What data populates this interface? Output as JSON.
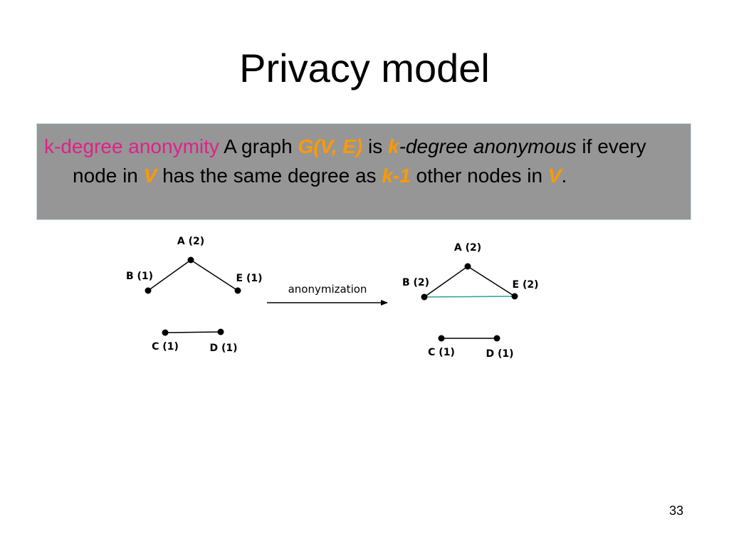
{
  "slide": {
    "title": "Privacy model",
    "page_number": "33"
  },
  "definition": {
    "term": "k-degree anonymity",
    "t1": " A graph ",
    "graph": "G(V, E)",
    "t2": " is ",
    "k": "k",
    "t3": "-degree anonymous",
    "t4": " if every node in ",
    "v1": "V",
    "t5": " has the same degree as ",
    "k1": "k-1",
    "t6": " other nodes in ",
    "v2": "V",
    "t7": "."
  },
  "colors": {
    "term": "#e0218a",
    "highlight": "#ff9900",
    "box_background": "#969696",
    "added_edge": "#2aa198"
  },
  "diagram": {
    "arrow_label": "anonymization",
    "original_graph": {
      "nodes": [
        {
          "id": "A",
          "label": "A (2)"
        },
        {
          "id": "B",
          "label": "B (1)"
        },
        {
          "id": "E",
          "label": "E (1)"
        },
        {
          "id": "C",
          "label": "C (1)"
        },
        {
          "id": "D",
          "label": "D (1)"
        }
      ],
      "edges": [
        [
          "A",
          "B"
        ],
        [
          "A",
          "E"
        ],
        [
          "C",
          "D"
        ]
      ]
    },
    "anonymized_graph": {
      "nodes": [
        {
          "id": "A",
          "label": "A (2)"
        },
        {
          "id": "B",
          "label": "B (2)"
        },
        {
          "id": "E",
          "label": "E (2)"
        },
        {
          "id": "C",
          "label": "C (1)"
        },
        {
          "id": "D",
          "label": "D (1)"
        }
      ],
      "edges": [
        [
          "A",
          "B"
        ],
        [
          "A",
          "E"
        ],
        [
          "B",
          "E"
        ],
        [
          "C",
          "D"
        ]
      ],
      "added_edges": [
        [
          "B",
          "E"
        ]
      ]
    }
  }
}
